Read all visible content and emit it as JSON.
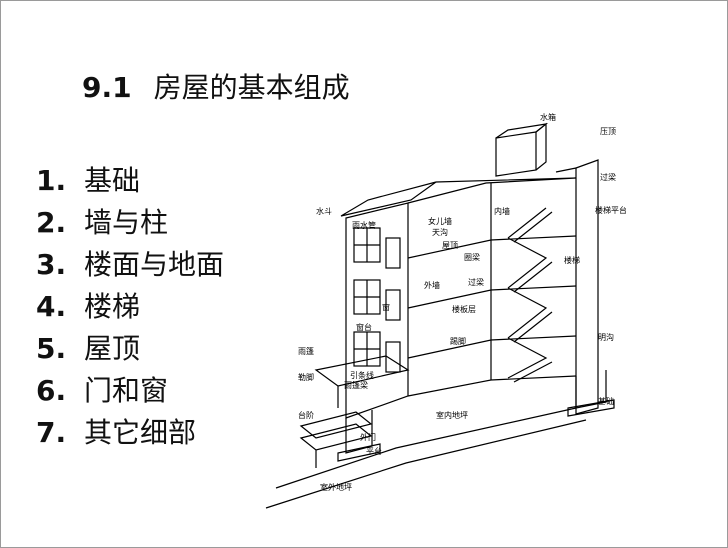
{
  "slide": {
    "title_number": "9.1",
    "title_text": "房屋的基本组成",
    "items": [
      {
        "num": "1.",
        "text": "基础"
      },
      {
        "num": "2.",
        "text": "墙与柱"
      },
      {
        "num": "3.",
        "text": "楼面与地面"
      },
      {
        "num": "4.",
        "text": "楼梯"
      },
      {
        "num": "5.",
        "text": "屋顶"
      },
      {
        "num": "6.",
        "text": "门和窗"
      },
      {
        "num": "7.",
        "text": "其它细部"
      }
    ]
  },
  "diagram_labels": {
    "water_tank": "水箱",
    "roof_slab": "压顶",
    "lintel": "过梁",
    "stair_landing": "楼梯平台",
    "stair": "楼梯",
    "lintel2": "过梁",
    "open_drain": "明沟",
    "foundation": "基础",
    "gutter": "水斗",
    "downpipe": "雨水管",
    "parapet": "女儿墙",
    "gutter2": "天沟",
    "roof": "屋顶",
    "ring_beam": "圈梁",
    "inner_wall": "内墙",
    "outer_wall": "外墙",
    "floor_slab": "楼板层",
    "window": "窗",
    "sill": "窗台",
    "ground_floor": "踢脚",
    "canopy": "雨篷",
    "string_course": "引条线",
    "canopy_beam": "雨篷梁",
    "plinth": "勒脚",
    "steps": "台阶",
    "indoor_floor": "室内地坪",
    "ext_door": "外门",
    "platform": "平台",
    "outdoor_ground": "室外地坪"
  }
}
